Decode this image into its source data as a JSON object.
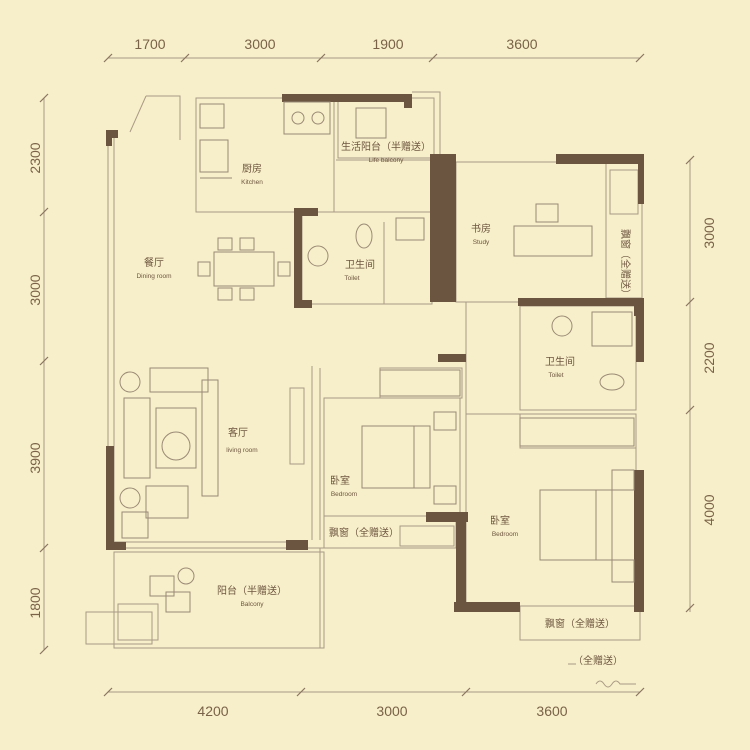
{
  "dimensions": {
    "top": [
      "1700",
      "3000",
      "1900",
      "3600"
    ],
    "bottom": [
      "4200",
      "3000",
      "3600"
    ],
    "left": [
      "2300",
      "3000",
      "3900",
      "1800"
    ],
    "right": [
      "3000",
      "2200",
      "4000"
    ]
  },
  "rooms": {
    "kitchen": {
      "cn": "厨房",
      "en": "Kitchen"
    },
    "life_balcony": {
      "cn": "生活阳台（半赠送）",
      "en": "Life balcony"
    },
    "study": {
      "cn": "书房",
      "en": "Study"
    },
    "dining": {
      "cn": "餐厅",
      "en": "Dining room"
    },
    "toilet1": {
      "cn": "卫生间",
      "en": "Toilet"
    },
    "toilet2": {
      "cn": "卫生间",
      "en": "Toilet"
    },
    "living": {
      "cn": "客厅",
      "en": "living room"
    },
    "bedroom1": {
      "cn": "卧室",
      "en": "Bedroom"
    },
    "bedroom2": {
      "cn": "卧室",
      "en": "Bedroom"
    },
    "balcony": {
      "cn": "阳台（半赠送）",
      "en": "Balcony"
    },
    "bay1": {
      "cn": "飘窗（全赠送）"
    },
    "bay2": {
      "cn": "飘窗（全赠送）"
    },
    "study_bay": {
      "cn": "飘窗（全赠送）"
    },
    "ac": {
      "cn": "（全赠送）"
    }
  },
  "colors": {
    "background": "#f7efc9",
    "wall": "#6b5440",
    "line": "#a99a86"
  }
}
